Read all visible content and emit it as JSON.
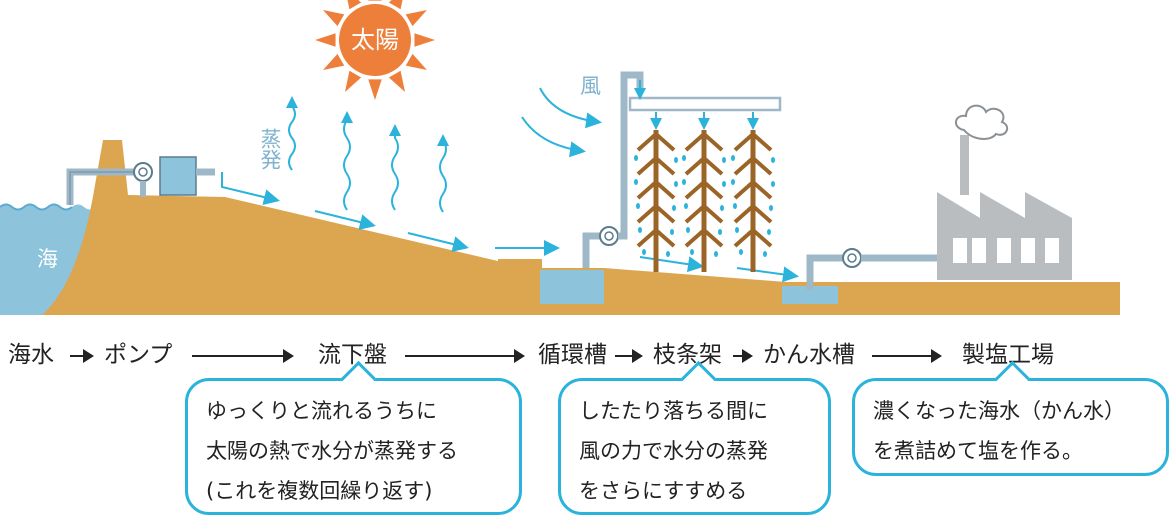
{
  "scene": {
    "sun_label": "太陽",
    "sea_label": "海",
    "evaporation_label": "蒸発",
    "wind_label": "風"
  },
  "steps": [
    "海水",
    "ポンプ",
    "流下盤",
    "循環槽",
    "枝条架",
    "かん水槽",
    "製塩工場"
  ],
  "bubbles": [
    {
      "lines": [
        "ゆっくりと流れるうちに",
        "太陽の熱で水分が蒸発する",
        "(これを複数回繰り返す)"
      ]
    },
    {
      "lines": [
        "したたり落ちる間に",
        "風の力で水分の蒸発",
        "をさらにすすめる"
      ]
    },
    {
      "lines": [
        "濃くなった海水（かん水）",
        "を煮詰めて塩を作る。"
      ]
    }
  ],
  "colors": {
    "ground": "#dca550",
    "water": "#8ec3dc",
    "pipe": "#9fb8c8",
    "accent": "#2bb3dc",
    "sun": "#ee7f3b",
    "branch": "#9b6527",
    "factory": "#b9bdc0"
  }
}
